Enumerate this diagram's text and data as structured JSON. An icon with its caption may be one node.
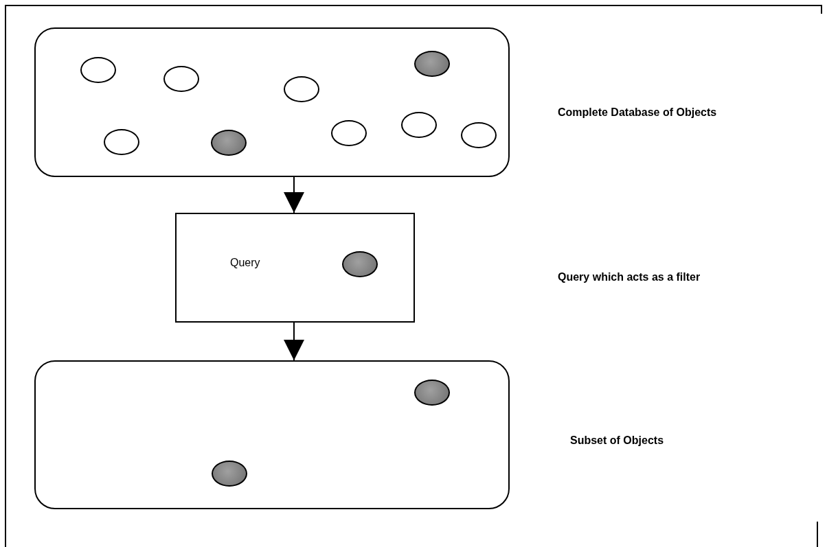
{
  "diagram": {
    "nodes": [
      {
        "text": [],
        "shape": "box"
      },
      {
        "text": [],
        "shape": "circle",
        "in": 0
      },
      {
        "text": [],
        "shape": "circle",
        "in": 0
      },
      {
        "text": [],
        "shape": "circle",
        "in": 0
      },
      {
        "text": [],
        "shape": "circle",
        "in": 0
      },
      {
        "text": [],
        "shape": "circle",
        "in": 0
      },
      {
        "text": [],
        "shape": "circle",
        "in": 0
      },
      {
        "text": [],
        "shape": "circle",
        "in": 0
      },
      {
        "text": [],
        "shape": "circle",
        "in": 0
      },
      {
        "text": [],
        "shape": "circle",
        "in": 0
      },
      {
        "text": [
          "Query"
        ]
      },
      {
        "text": [],
        "shape": "circle",
        "in": 10
      },
      {
        "text": [],
        "shape": "box"
      },
      {
        "text": [],
        "shape": "circle",
        "in": 12
      },
      {
        "text": [],
        "shape": "circle",
        "in": 12
      }
    ],
    "edges": [
      {
        "from": 0,
        "to": 10,
        "arrow": "to"
      },
      {
        "from": 10,
        "to": 12,
        "arrow": "to"
      }
    ],
    "labels": [
      "Complete Database of Objects",
      "Query which acts as a filter",
      "Subset of Objects"
    ]
  }
}
